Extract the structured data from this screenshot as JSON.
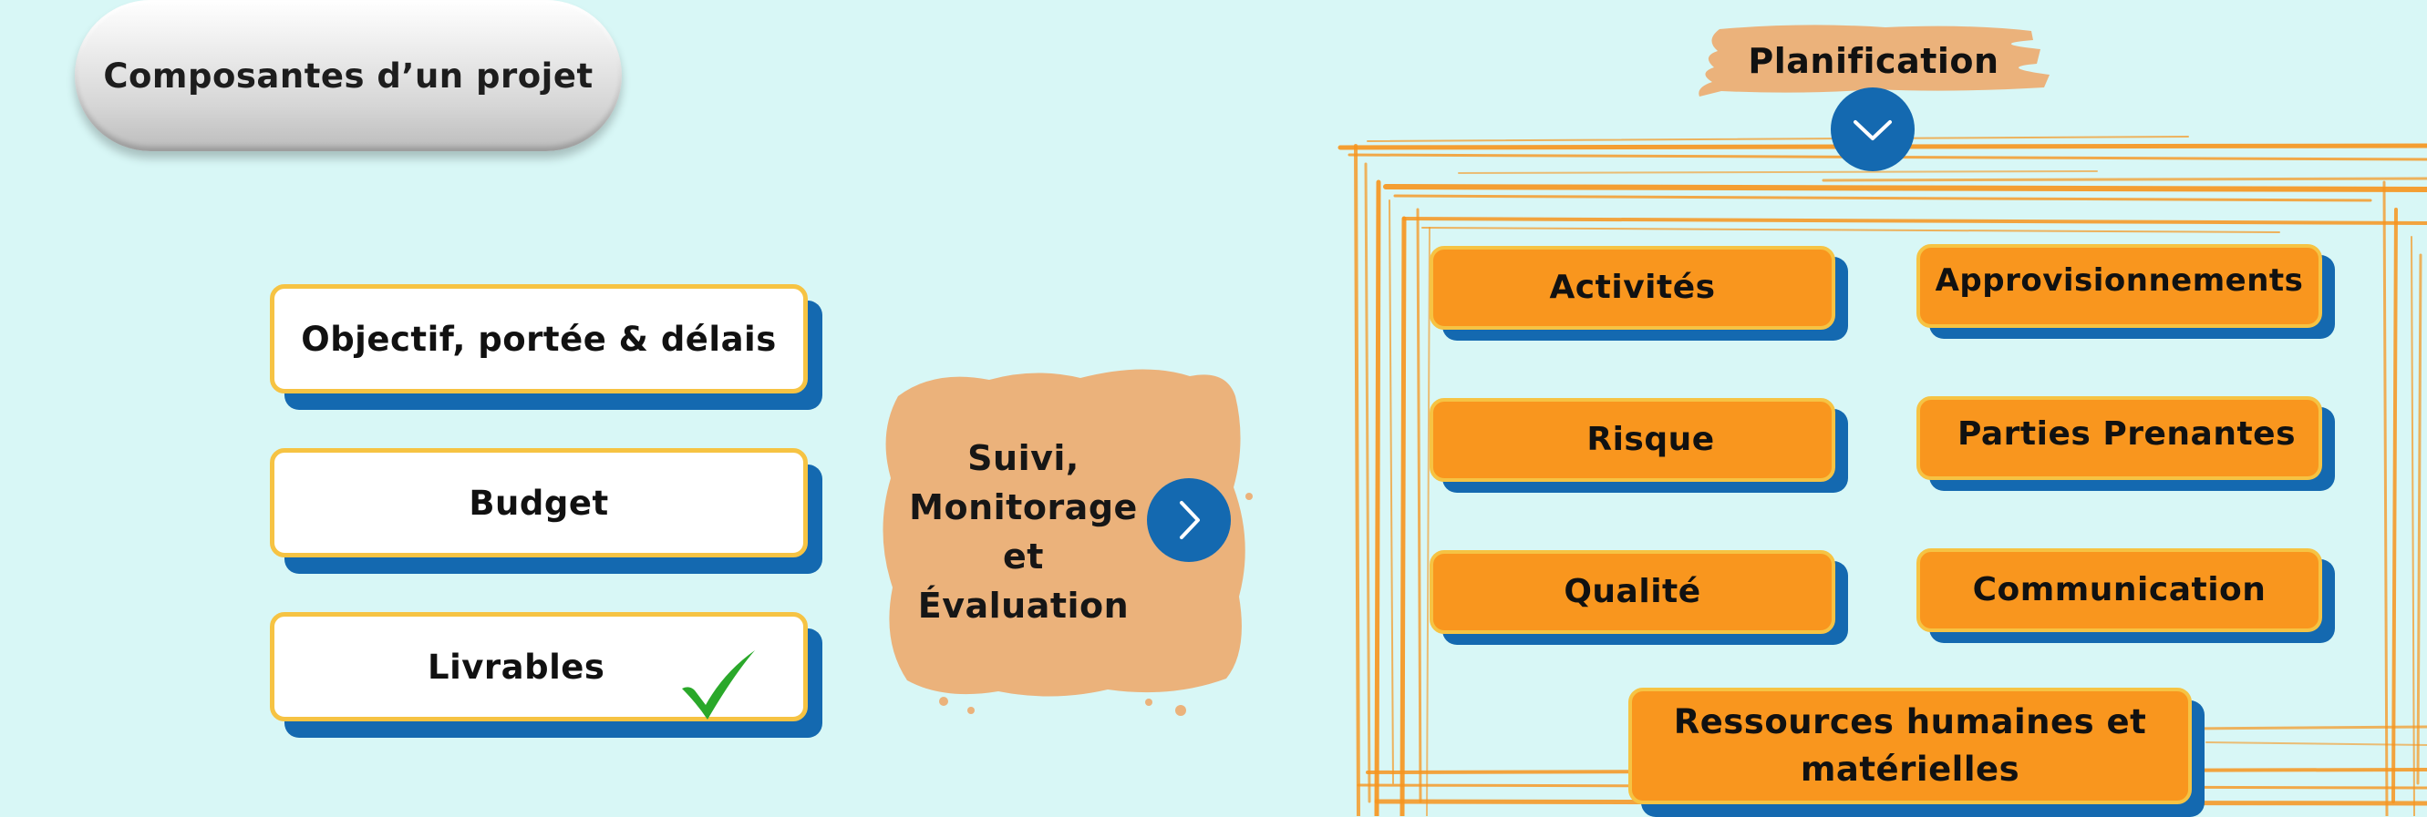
{
  "title": "Composantes d’un projet",
  "left_cards": [
    {
      "label": "Objectif, portée & délais"
    },
    {
      "label": "Budget"
    },
    {
      "label": "Livrables"
    }
  ],
  "center": {
    "lines": [
      "Suivi,",
      "Monitorage",
      "et",
      "Évaluation"
    ]
  },
  "planning": {
    "title": "Planification",
    "items": [
      {
        "label": "Activités"
      },
      {
        "label": "Approvisionnements"
      },
      {
        "label": "Risque"
      },
      {
        "label": "Parties Prenantes"
      },
      {
        "label": "Qualité"
      },
      {
        "label": "Communication"
      }
    ],
    "bottom_lines": [
      "Ressources humaines et",
      "matérielles"
    ]
  },
  "colors": {
    "background": "#d8f7f6",
    "accent_blue": "#1469b0",
    "orange": "#f9961e",
    "border_yellow": "#f6c343",
    "blob": "#ebb27b",
    "check_green": "#2aa82a"
  },
  "icons": {
    "check": "checkmark-icon",
    "arrow_right": "chevron-right-icon",
    "arrow_down": "chevron-down-icon"
  }
}
